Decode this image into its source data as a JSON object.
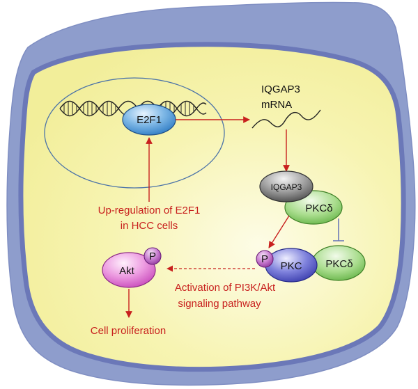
{
  "nodes": {
    "e2f1": "E2F1",
    "iqgap3_mrna_line1": "IQGAP3",
    "iqgap3_mrna_line2": "mRNA",
    "iqgap3_protein": "IQGAP3",
    "pkc_delta_bound": "PKCδ",
    "phospho_p_pkc": "P",
    "pkc": "PKC",
    "pkc_delta_free": "PKCδ",
    "akt": "Akt",
    "phospho_p_akt": "P"
  },
  "annotations": {
    "upregulation_line1": "Up-regulation of E2F1",
    "upregulation_line2": "in HCC cells",
    "activation_line1": "Activation of PI3K/Akt",
    "activation_line2": "signaling pathway",
    "cell_proliferation": "Cell proliferation"
  },
  "colors": {
    "cell_outer": "#8e9dcc",
    "cell_membrane": "#6b78b8",
    "cytoplasm": "#f8f6b0",
    "nucleus_line": "#4a72a8",
    "arrow_red": "#c8201e",
    "text_red": "#c8201e",
    "e2f1_fill": "#5aa0d8",
    "iqgap3_fill": "#707070",
    "pkc_delta_fill": "#8fd07a",
    "pkc_fill": "#5a5ec8",
    "phospho_fill": "#b050b8",
    "akt_fill": "#e070d0"
  }
}
